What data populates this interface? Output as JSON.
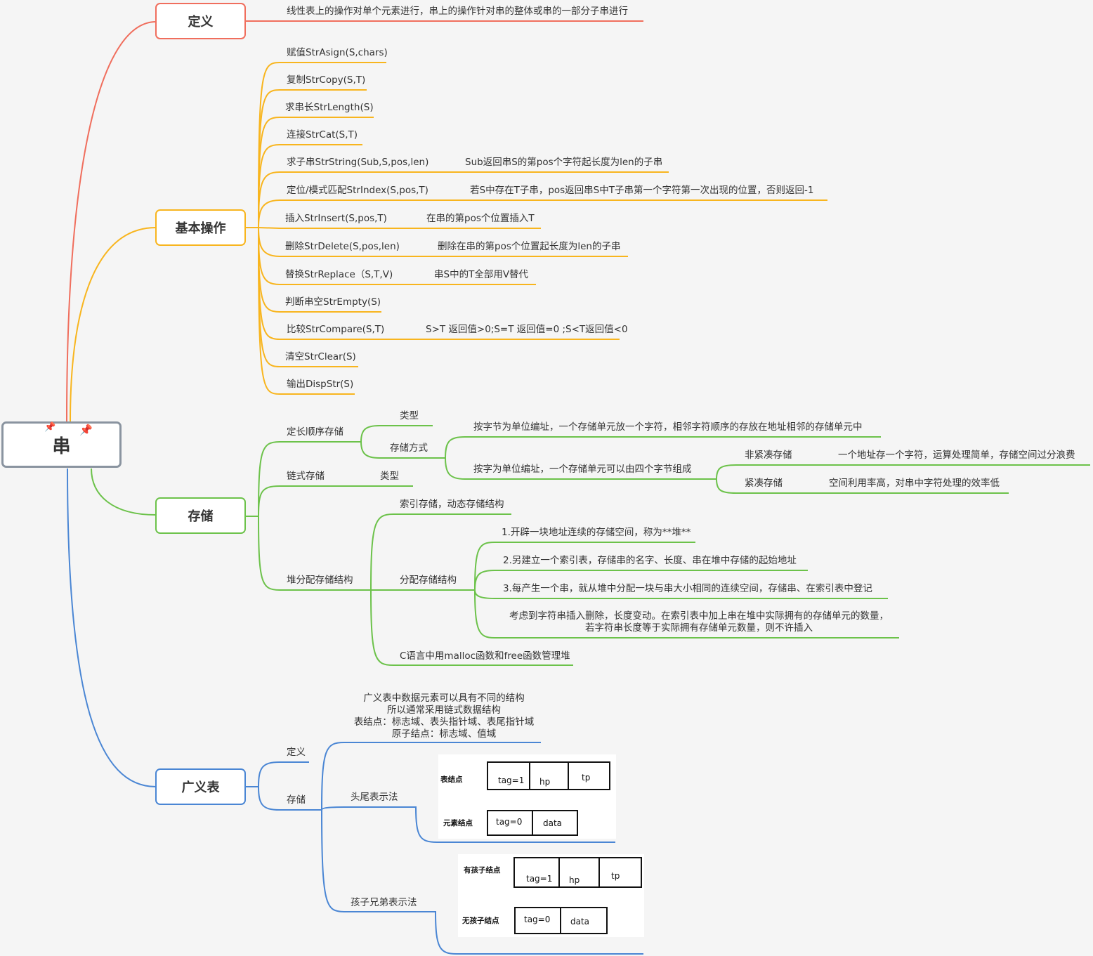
{
  "root": {
    "label": "串"
  },
  "definition": {
    "label": "定义",
    "text": "线性表上的操作对单个元素进行，串上的操作针对串的整体或串的一部分子串进行"
  },
  "basic_ops": {
    "label": "基本操作",
    "items": [
      {
        "label": "赋值StrAsign(S,chars)"
      },
      {
        "label": "复制StrCopy(S,T)"
      },
      {
        "label": "求串长StrLength(S)"
      },
      {
        "label": "连接StrCat(S,T)"
      },
      {
        "label": "求子串StrString(Sub,S,pos,len)",
        "note": "Sub返回串S的第pos个字符起长度为len的子串"
      },
      {
        "label": "定位/模式匹配StrIndex(S,pos,T)",
        "note": "若S中存在T子串，pos返回串S中T子串第一个字符第一次出现的位置，否则返回-1"
      },
      {
        "label": "插入StrInsert(S,pos,T)",
        "note": "在串的第pos个位置插入T"
      },
      {
        "label": "删除StrDelete(S,pos,len)",
        "note": "删除在串的第pos个位置起长度为len的子串"
      },
      {
        "label": "替换StrReplace（S,T,V)",
        "note": "串S中的T全部用V替代"
      },
      {
        "label": "判断串空StrEmpty(S)"
      },
      {
        "label": "比较StrCompare(S,T)",
        "note": "S>T 返回值>0;S=T 返回值=0 ;S<T返回值<0"
      },
      {
        "label": "清空StrClear(S)"
      },
      {
        "label": "输出DispStr(S)"
      }
    ]
  },
  "storage": {
    "label": "存储",
    "fixed": {
      "label": "定长顺序存储",
      "type_label": "类型",
      "method_label": "存储方式",
      "byte_unit": "按字节为单位编址，一个存储单元放一个字符，相邻字符顺序的存放在地址相邻的存储单元中",
      "word_unit": "按字为单位编址，一个存储单元可以由四个字节组成",
      "non_compact": {
        "label": "非紧凑存储",
        "note": "一个地址存一个字符，运算处理简单，存储空间过分浪费"
      },
      "compact": {
        "label": "紧凑存储",
        "note": "空间利用率高，对串中字符处理的效率低"
      }
    },
    "linked": {
      "label": "链式存储",
      "type_label": "类型"
    },
    "heap": {
      "label": "堆分配存储结构",
      "index": "索引存储，动态存储结构",
      "alloc_label": "分配存储结构",
      "steps": [
        "1.开辟一块地址连续的存储空间，称为**堆**",
        "2.另建立一个索引表，存储串的名字、长度、串在堆中存储的起始地址",
        "3.每产生一个串，就从堆中分配一块与串大小相同的连续空间，存储串、在索引表中登记"
      ],
      "consider_1": "考虑到字符串插入删除，长度变动。在索引表中加上串在堆中实际拥有的存储单元的数量，",
      "consider_2": "若字符串长度等于实际拥有存储单元数量，则不许插入",
      "malloc": "C语言中用malloc函数和free函数管理堆"
    }
  },
  "glist": {
    "label": "广义表",
    "def_label": "定义",
    "store_label": "存储",
    "notes": [
      "广义表中数据元素可以具有不同的结构",
      "所以通常采用链式数据结构",
      "表结点：标志域、表头指针域、表尾指针域",
      "原子结点：标志域、值域"
    ],
    "head_tail": {
      "label": "头尾表示法",
      "table_node": "表结点",
      "elem_node": "元素结点",
      "cells_a": [
        "tag=1",
        "hp",
        "tp"
      ],
      "cells_b": [
        "tag=0",
        "data"
      ]
    },
    "child_sibling": {
      "label": "孩子兄弟表示法",
      "has_child": "有孩子结点",
      "no_child": "无孩子结点",
      "cells_a": [
        "tag=1",
        "hp",
        "tp"
      ],
      "cells_b": [
        "tag=0",
        "data"
      ]
    }
  },
  "colors": {
    "definition": "#f06e5d",
    "basic_ops": "#f8b51e",
    "storage": "#6cc24a",
    "glist": "#4a86d4",
    "root_border": "#8a94a0"
  }
}
